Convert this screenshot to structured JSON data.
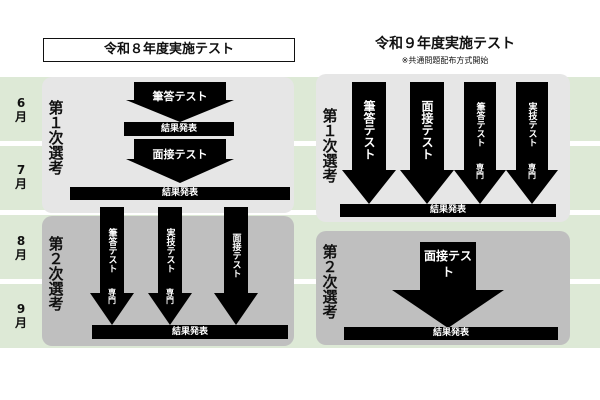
{
  "months": [
    "6月",
    "7月",
    "8月",
    "9月"
  ],
  "r8": {
    "title": "令和８年度実施テスト",
    "stage1_label": "第１次選考",
    "stage2_label": "第２次選考",
    "written_test": "筆答テスト",
    "result1": "結果発表",
    "interview_test": "面接テスト",
    "result2": "結果発表",
    "s2_written": "筆答テスト",
    "s2_practical": "実技テスト",
    "s2_interview": "面接テスト",
    "s2_note": "専門",
    "result3": "結果発表"
  },
  "r9": {
    "title": "令和９年度実施テスト",
    "note": "※共通問題配布方式開始",
    "stage1_label": "第１次選考",
    "stage2_label": "第２次選考",
    "s1_written": "筆答テスト",
    "s1_interview": "面接テスト",
    "s1_written2": "筆答テスト",
    "s1_practical": "実技テスト",
    "s1_note": "専門",
    "result1": "結果発表",
    "s2_interview": "面接テスト",
    "result2": "結果発表"
  }
}
